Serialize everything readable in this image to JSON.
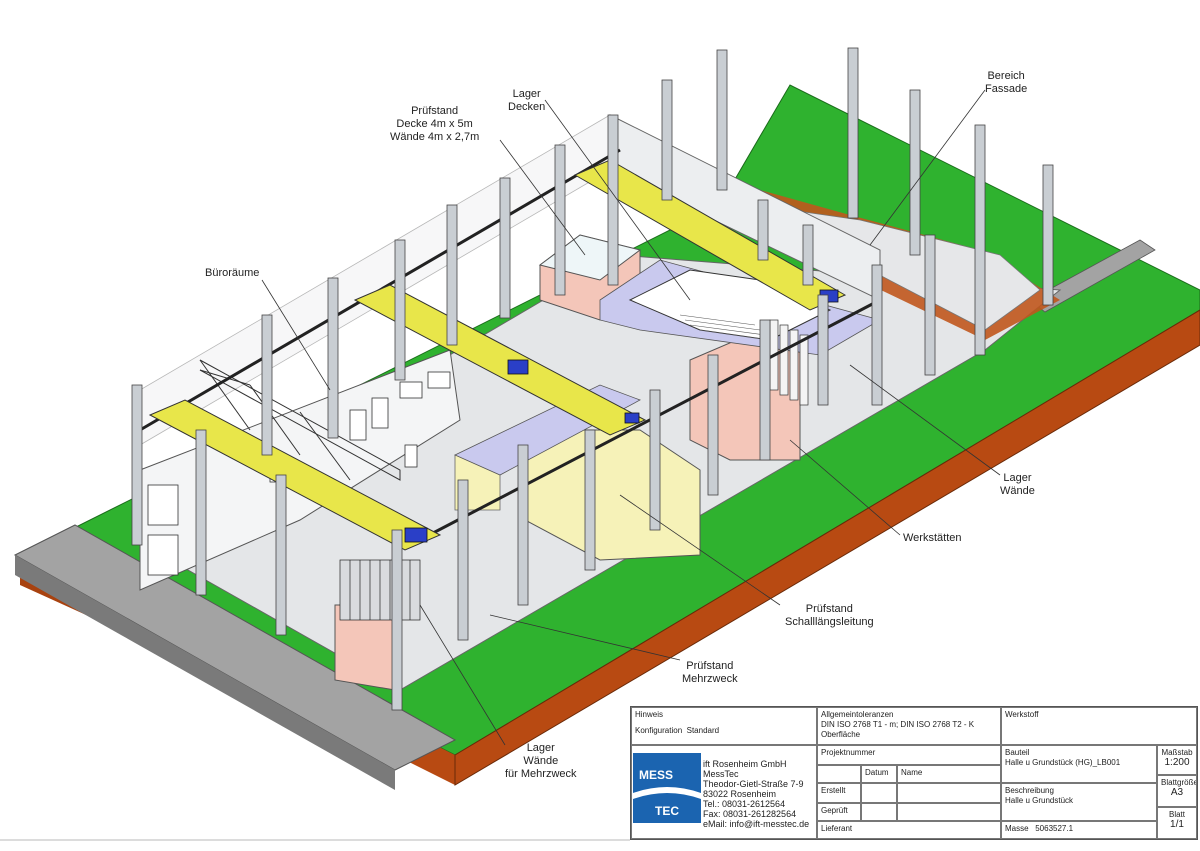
{
  "labels": {
    "pruefstand_decke": [
      "Prüfstand",
      "Decke 4m x 5m",
      "Wände 4m x 2,7m"
    ],
    "lager_decken": [
      "Lager",
      "Decken"
    ],
    "bereich_fassade": [
      "Bereich",
      "Fassade"
    ],
    "bueroraeume": [
      "Büroräume"
    ],
    "lager_waende": [
      "Lager",
      "Wände"
    ],
    "werkstaetten": [
      "Werkstätten"
    ],
    "pruefstand_schall": [
      "Prüfstand",
      "Schalllängsleitung"
    ],
    "pruefstand_mehrzweck": [
      "Prüfstand",
      "Mehrzweck"
    ],
    "lager_waende_mehrzweck": [
      "Lager",
      "Wände",
      "für Mehrzweck"
    ]
  },
  "title_block": {
    "hinweis_label": "Hinweis",
    "konfiguration_label": "Konfiguration",
    "konfiguration_value": "Standard",
    "toleranzen_label": "Allgemeintoleranzen",
    "toleranzen_value": "DIN ISO 2768 T1 - m; DIN ISO 2768 T2 - K",
    "oberflaeche_label": "Oberfläche",
    "werkstoff_label": "Werkstoff",
    "projektnummer_label": "Projektnummer",
    "datum_label": "Datum",
    "name_label": "Name",
    "erstellt_label": "Erstellt",
    "geprueft_label": "Geprüft",
    "lieferant_label": "Lieferant",
    "bauteil_label": "Bauteil",
    "bauteil_value": "Halle u Grundstück (HG)_LB001",
    "beschreibung_label": "Beschreibung",
    "beschreibung_value": "Halle u Grundstück",
    "masse_label": "Masse",
    "masse_value": "5063527.1",
    "massstab_label": "Maßstab",
    "massstab_value": "1:200",
    "blattgroesse_label": "Blattgröße",
    "blattgroesse_value": "A3",
    "blatt_label": "Blatt",
    "blatt_value": "1/1",
    "logo_top": "MESS",
    "logo_bottom": "TEC",
    "company": [
      "ift Rosenheim GmbH",
      "MessTec",
      "Theodor-Gietl-Straße 7-9",
      "83022 Rosenheim",
      "Tel.: 08031-2612564",
      "Fax: 08031-261282564",
      "eMail: info@ift-messtec.de"
    ]
  },
  "colors": {
    "grass": "#2fb22f",
    "soil": "#b84a12",
    "road": "#9a9a9a",
    "crane": "#e8e64a",
    "crane_cart": "#2a3fc7",
    "column": "#c9ced3",
    "pink": "#f4c6b9",
    "light_yellow": "#f6f2b8",
    "lavender": "#c9c9ee",
    "logo_blue": "#1b64b0"
  }
}
